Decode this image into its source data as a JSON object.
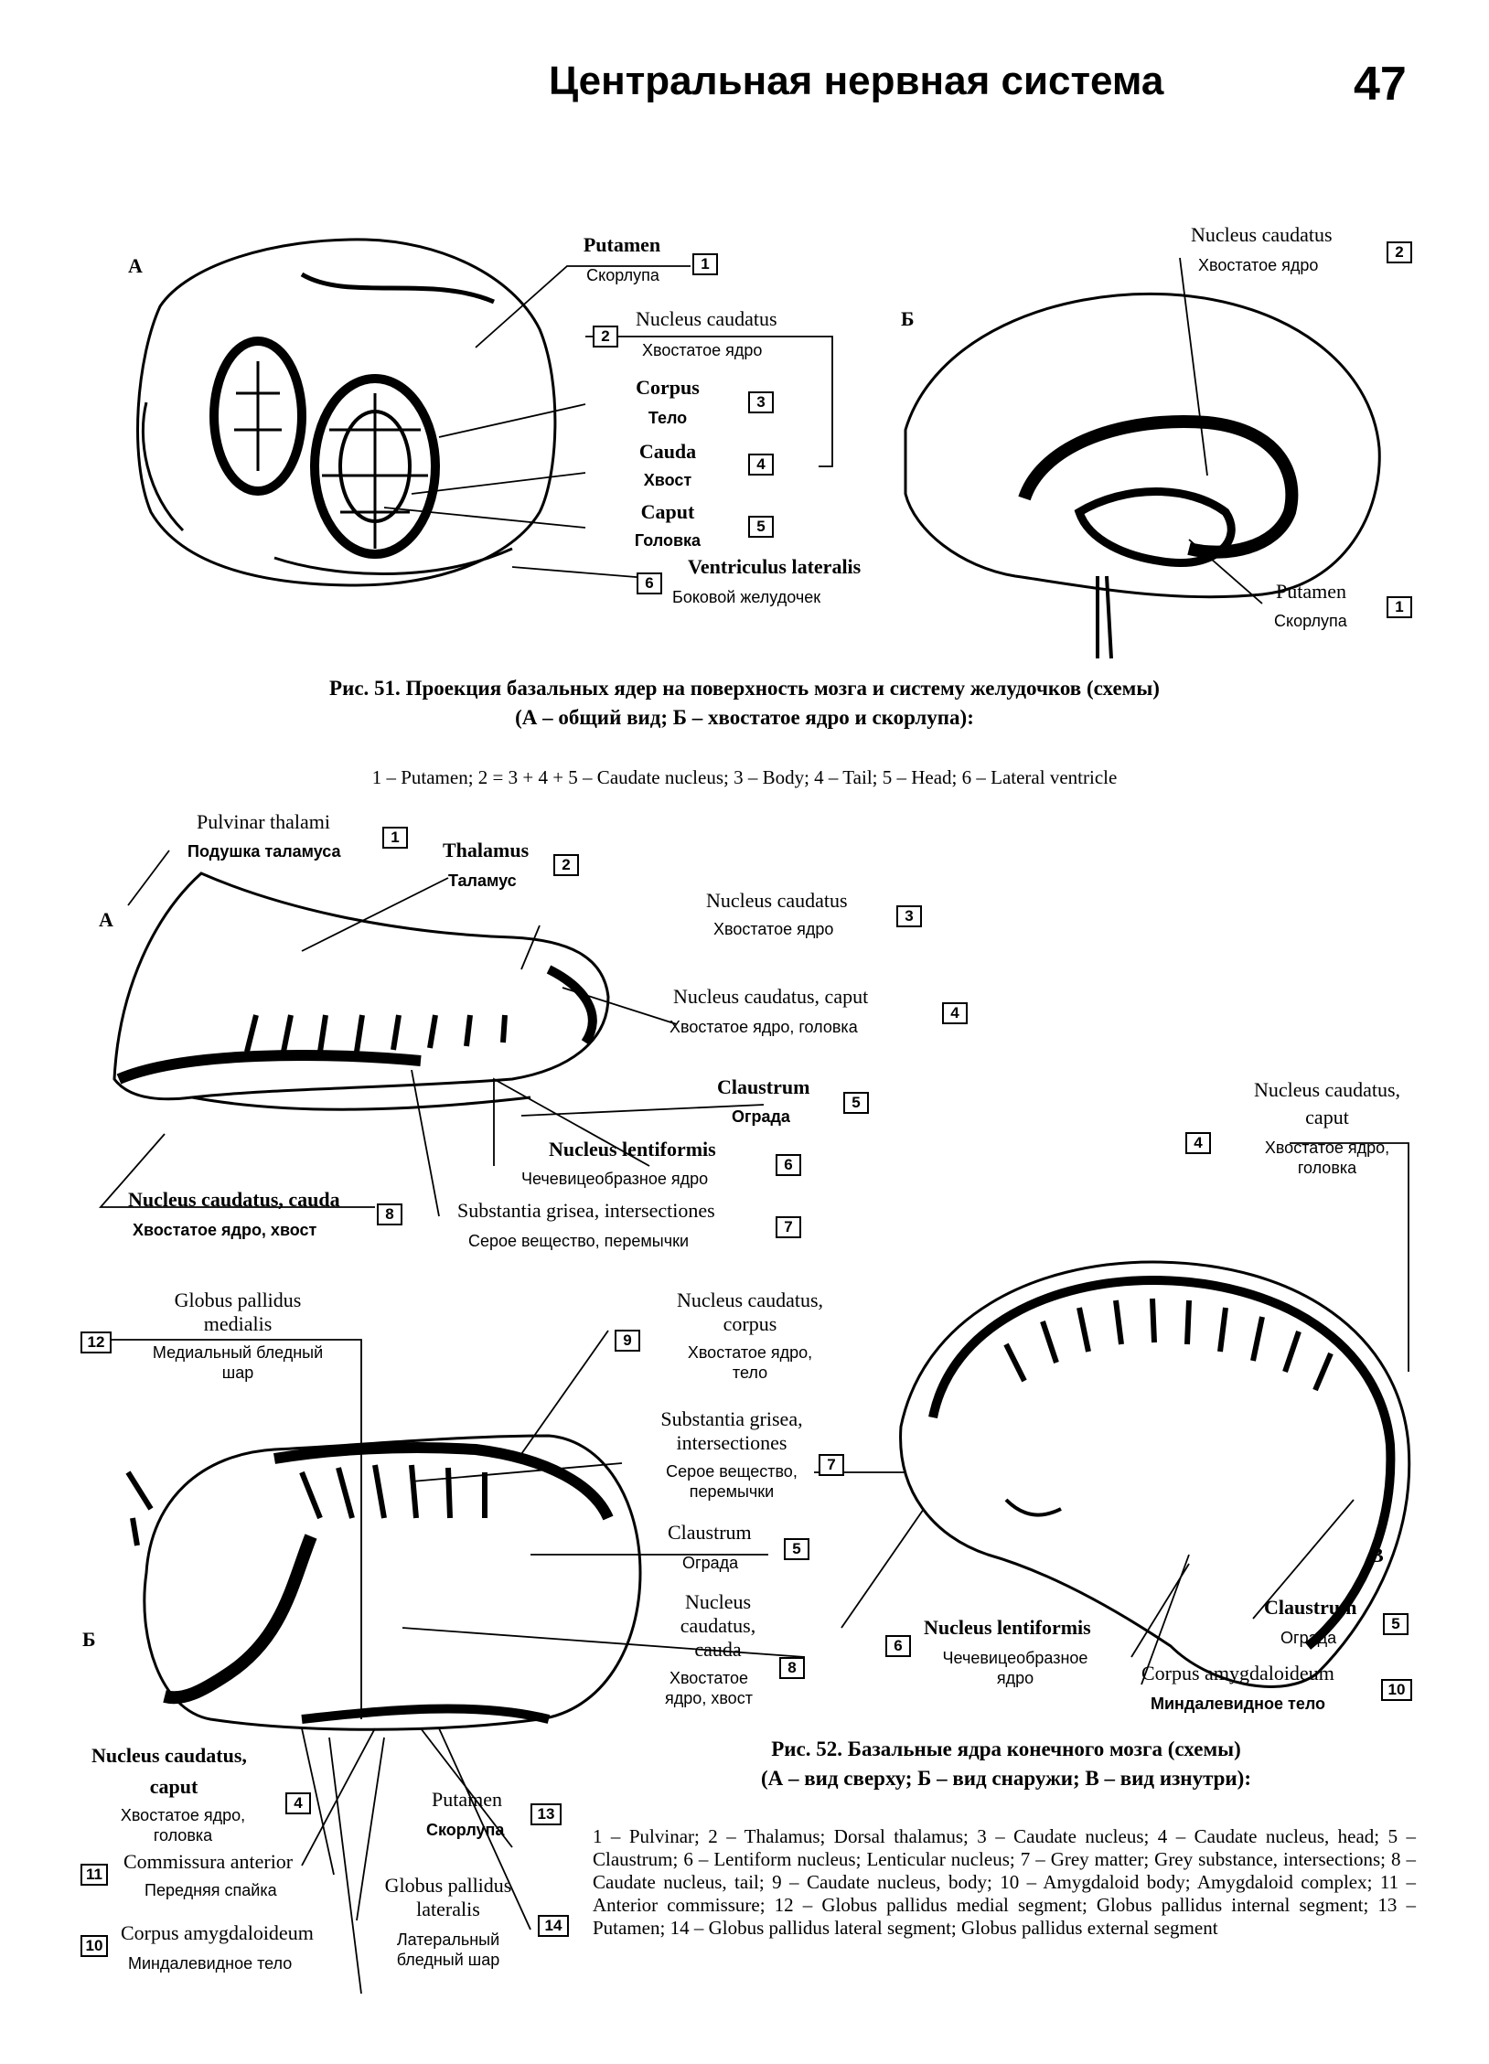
{
  "header": {
    "title": "Центральная нервная система",
    "page_number": "47"
  },
  "fig51": {
    "panel_a": "А",
    "panel_b": "Б",
    "a_labels": [
      {
        "num": "1",
        "lat": "Putamen",
        "ru": "Скорлупа"
      },
      {
        "num": "2",
        "lat": "Nucleus caudatus",
        "ru": "Хвостатое ядро"
      },
      {
        "num": "3",
        "lat": "Corpus",
        "ru": "Тело"
      },
      {
        "num": "4",
        "lat": "Cauda",
        "ru": "Хвост"
      },
      {
        "num": "5",
        "lat": "Caput",
        "ru": "Головка"
      },
      {
        "num": "6",
        "lat": "Ventriculus lateralis",
        "ru": "Боковой желудочек"
      }
    ],
    "b_labels": [
      {
        "num": "2",
        "lat": "Nucleus caudatus",
        "ru": "Хвостатое ядро"
      },
      {
        "num": "1",
        "lat": "Putamen",
        "ru": "Скорлупа"
      }
    ],
    "caption_line1": "Рис. 51. Проекция базальных ядер на поверхность мозга и систему желудочков (схемы)",
    "caption_line2": "(А – общий вид; Б – хвостатое ядро и скорлупа):",
    "legend": "1 – Putamen; 2 = 3 + 4 + 5 – Caudate nucleus; 3 – Body; 4 – Tail; 5 – Head; 6 – Lateral ventricle"
  },
  "fig52": {
    "panel_a": "А",
    "panel_b": "Б",
    "panel_c": "В",
    "a_labels": [
      {
        "num": "1",
        "lat": "Pulvinar thalami",
        "ru": "Подушка таламуса"
      },
      {
        "num": "2",
        "lat": "Thalamus",
        "ru": "Таламус"
      },
      {
        "num": "3",
        "lat": "Nucleus caudatus",
        "ru": "Хвостатое ядро"
      },
      {
        "num": "4",
        "lat": "Nucleus caudatus, caput",
        "ru": "Хвостатое ядро, головка"
      },
      {
        "num": "5",
        "lat": "Claustrum",
        "ru": "Ограда"
      },
      {
        "num": "6",
        "lat": "Nucleus lentiformis",
        "ru": "Чечевицеобразное ядро"
      },
      {
        "num": "7",
        "lat": "Substantia grisea, intersectiones",
        "ru": "Серое вещество, перемычки"
      },
      {
        "num": "8",
        "lat": "Nucleus caudatus, cauda",
        "ru": "Хвостатое ядро, хвост"
      }
    ],
    "b_labels": {
      "n12": {
        "num": "12",
        "lat1": "Globus pallidus",
        "lat2": "medialis",
        "ru1": "Медиальный бледный",
        "ru2": "шар"
      },
      "n9": {
        "num": "9",
        "lat1": "Nucleus caudatus,",
        "lat2": "corpus",
        "ru1": "Хвостатое ядро,",
        "ru2": "тело"
      },
      "n7": {
        "num": "7",
        "lat1": "Substantia grisea,",
        "lat2": "intersectiones",
        "ru1": "Серое вещество,",
        "ru2": "перемычки"
      },
      "n5": {
        "num": "5",
        "lat": "Claustrum",
        "ru": "Ограда"
      },
      "n8": {
        "num": "8",
        "lat1": "Nucleus",
        "lat2": "caudatus,",
        "lat3": "cauda",
        "ru1": "Хвостатое",
        "ru2": "ядро, хвост"
      },
      "n4": {
        "num": "4",
        "lat1": "Nucleus caudatus,",
        "lat2": "caput",
        "ru1": "Хвостатое ядро,",
        "ru2": "головка"
      },
      "n11": {
        "num": "11",
        "lat": "Commissura anterior",
        "ru": "Передняя спайка"
      },
      "n10": {
        "num": "10",
        "lat": "Corpus amygdaloideum",
        "ru": "Миндалевидное тело"
      },
      "n13": {
        "num": "13",
        "lat": "Putamen",
        "ru": "Скорлупа"
      },
      "n14": {
        "num": "14",
        "lat1": "Globus pallidus",
        "lat2": "lateralis",
        "ru1": "Латеральный",
        "ru2": "бледный шар"
      }
    },
    "c_labels": {
      "n4": {
        "num": "4",
        "lat1": "Nucleus caudatus,",
        "lat2": "caput",
        "ru1": "Хвостатое ядро,",
        "ru2": "головка"
      },
      "n6": {
        "num": "6",
        "lat": "Nucleus lentiformis",
        "ru1": "Чечевицеобразное",
        "ru2": "ядро"
      },
      "n5": {
        "num": "5",
        "lat": "Claustrum",
        "ru": "Ограда"
      },
      "n10": {
        "num": "10",
        "lat": "Corpus amygdaloideum",
        "ru": "Миндалевидное тело"
      }
    },
    "caption_line1": "Рис. 52. Базальные ядра конечного мозга (схемы)",
    "caption_line2": "(А – вид сверху; Б – вид снаружи; В – вид изнутри):",
    "legend": "1 – Pulvinar; 2 – Thalamus; Dorsal thalamus; 3 – Caudate nucleus; 4 – Caudate nucleus, head; 5 – Claustrum; 6 – Lentiform nucleus; Lenticular nucleus; 7 – Grey matter; Grey substance, intersections; 8 – Caudate nucleus, tail; 9 – Caudate nucleus, body; 10 – Amygdaloid body; Amygdaloid complex; 11 – Anterior commissure; 12 – Globus pallidus medial segment; Globus pallidus internal segment; 13 – Putamen; 14 – Globus pallidus lateral segment; Globus pallidus external segment"
  }
}
